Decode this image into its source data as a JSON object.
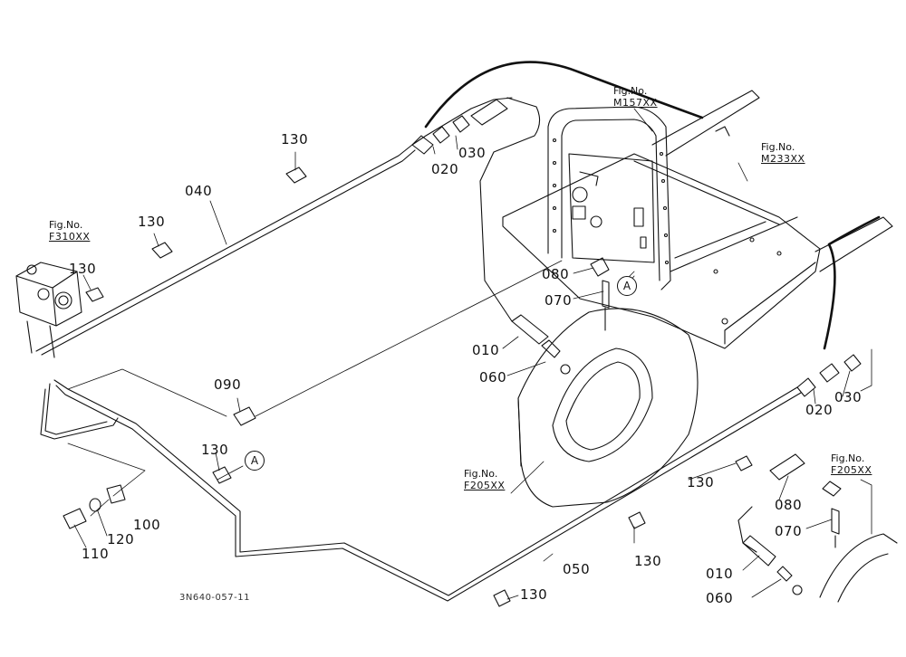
{
  "parts": {
    "p010a": "010",
    "p010b": "010",
    "p020a": "020",
    "p020b": "020",
    "p030a": "030",
    "p030b": "030",
    "p040": "040",
    "p050": "050",
    "p060a": "060",
    "p060b": "060",
    "p070a": "070",
    "p070b": "070",
    "p080a": "080",
    "p080b": "080",
    "p090": "090",
    "p100": "100",
    "p110": "110",
    "p120": "120",
    "p130a": "130",
    "p130b": "130",
    "p130c": "130",
    "p130d": "130",
    "p130e": "130",
    "p130f": "130",
    "p130g": "130"
  },
  "figures": {
    "m157": {
      "label": "Fig.No.",
      "code": "M157XX"
    },
    "m233": {
      "label": "Fig.No.",
      "code": "M233XX"
    },
    "f310": {
      "label": "Fig.No.",
      "code": "F310XX"
    },
    "f205a": {
      "label": "Fig.No.",
      "code": "F205XX"
    },
    "f205b": {
      "label": "Fig.No.",
      "code": "F205XX"
    }
  },
  "refs": {
    "a1": "A",
    "a2": "A"
  },
  "drawing_code": "3N640-057-11",
  "colors": {
    "line": "#111111",
    "background": "#ffffff"
  }
}
